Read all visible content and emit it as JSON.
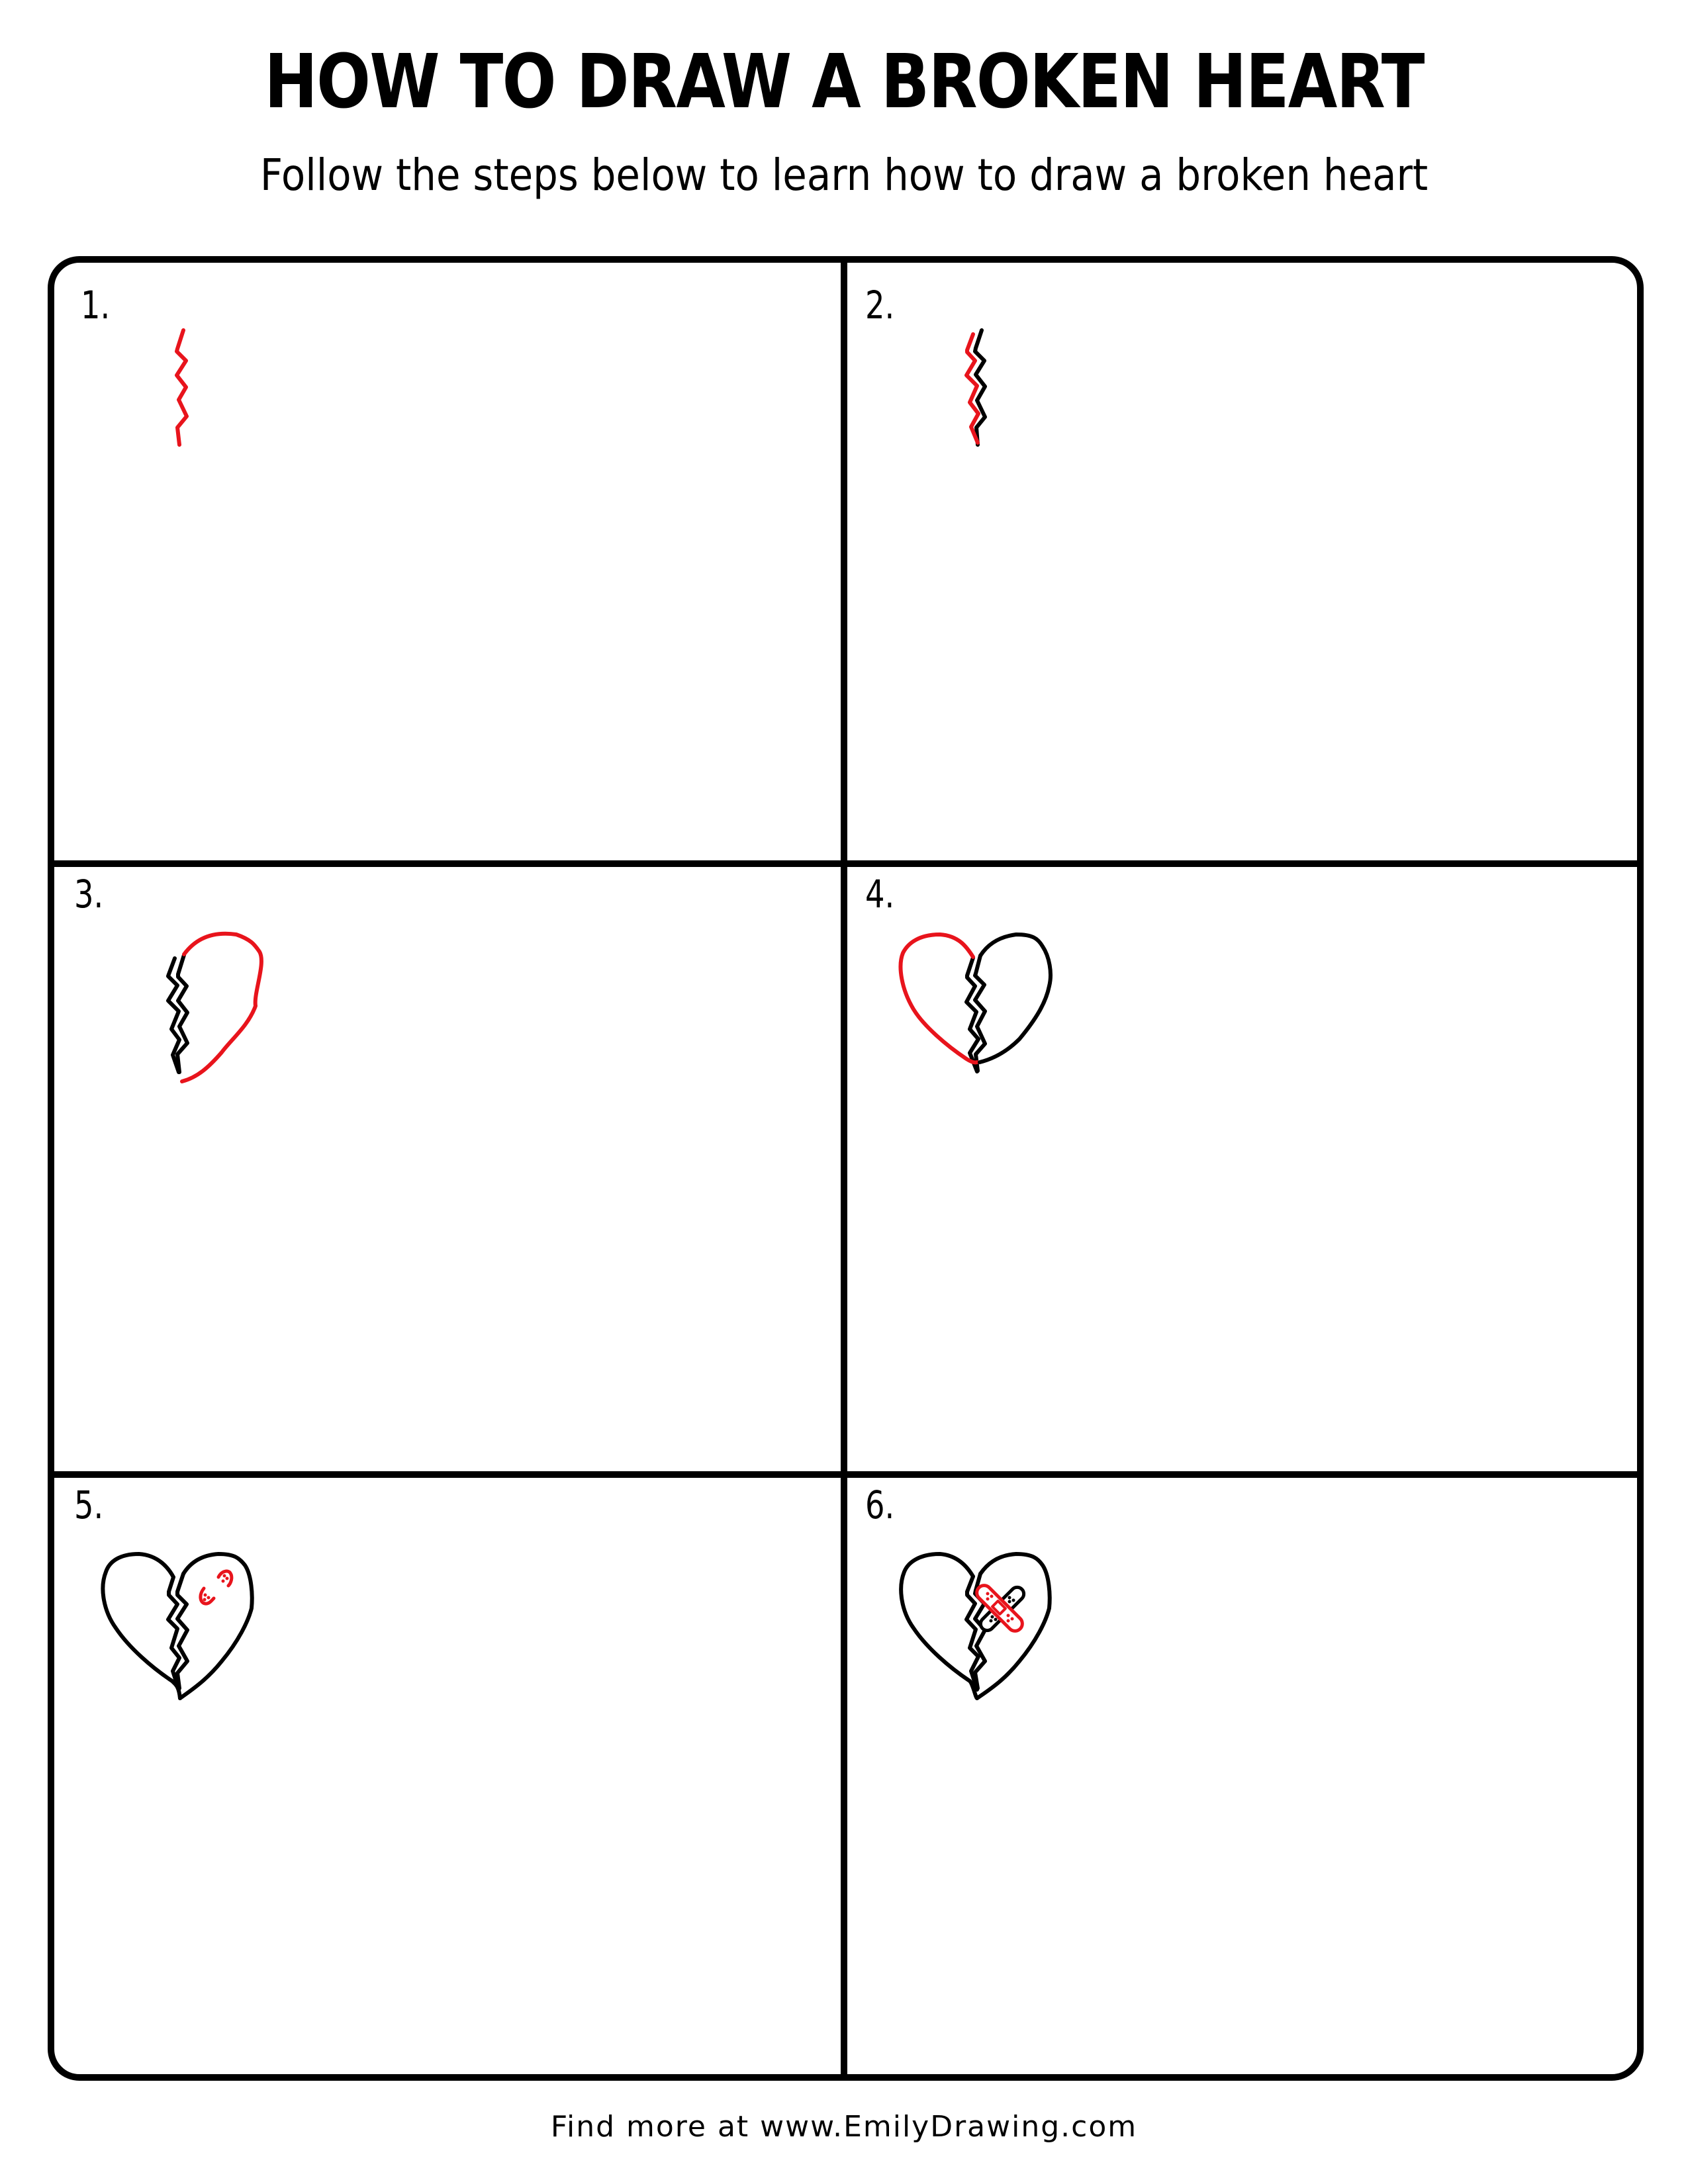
{
  "header": {
    "title": "HOW TO DRAW A BROKEN HEART",
    "subtitle": "Follow the steps below to learn how to draw a broken heart"
  },
  "colors": {
    "new_stroke": "#e8141c",
    "existing_stroke": "#000000",
    "background": "#ffffff"
  },
  "steps": [
    {
      "label": "1.",
      "drawing": "red zigzag crack line"
    },
    {
      "label": "2.",
      "drawing": "second zigzag crack line added in red beside black crack"
    },
    {
      "label": "3.",
      "drawing": "right half of heart outline added in red"
    },
    {
      "label": "4.",
      "drawing": "left half of heart outline added in red"
    },
    {
      "label": "5.",
      "drawing": "red bandage strip ends drawn on heart"
    },
    {
      "label": "6.",
      "drawing": "crossed bandages completed with red bandage on top"
    }
  ],
  "footer": {
    "text": "Find more at www.EmilyDrawing.com"
  }
}
